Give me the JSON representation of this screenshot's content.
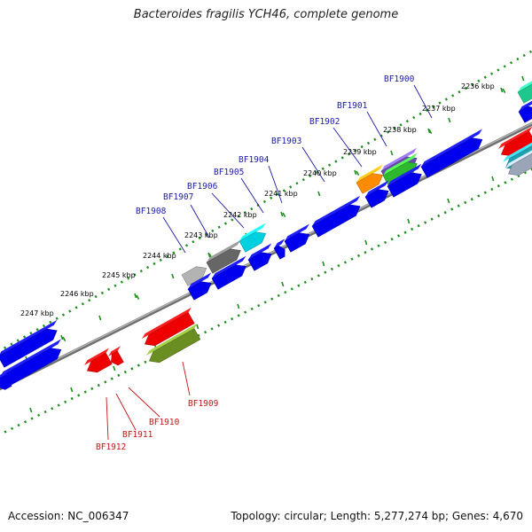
{
  "title": "Bacteroides fragilis YCH46, complete genome",
  "footer": {
    "accession": "Accession: NC_006347",
    "summary": "Topology: circular; Length: 5,277,274 bp; Genes: 4,670"
  },
  "kbp_labels": [
    "2236 kbp",
    "2237 kbp",
    "2238 kbp",
    "2239 kbp",
    "2240 kbp",
    "2241 kbp",
    "2242 kbp",
    "2243 kbp",
    "2244 kbp",
    "2245 kbp",
    "2246 kbp",
    "2247 kbp"
  ],
  "forward_gene_labels": [
    "BF1900",
    "BF1901",
    "BF1902",
    "BF1903",
    "BF1904",
    "BF1905",
    "BF1906",
    "BF1907",
    "BF1908"
  ],
  "reverse_gene_labels": [
    "BF1909",
    "BF1910",
    "BF1911",
    "BF1912"
  ],
  "colors": {
    "forward_strand": "#0000ee",
    "reverse_strand": "#ee0000",
    "tick": "#1f8f1f",
    "backbone": "#8c8c8c",
    "label_forward": "#1a1aa8",
    "label_reverse": "#c81414"
  }
}
